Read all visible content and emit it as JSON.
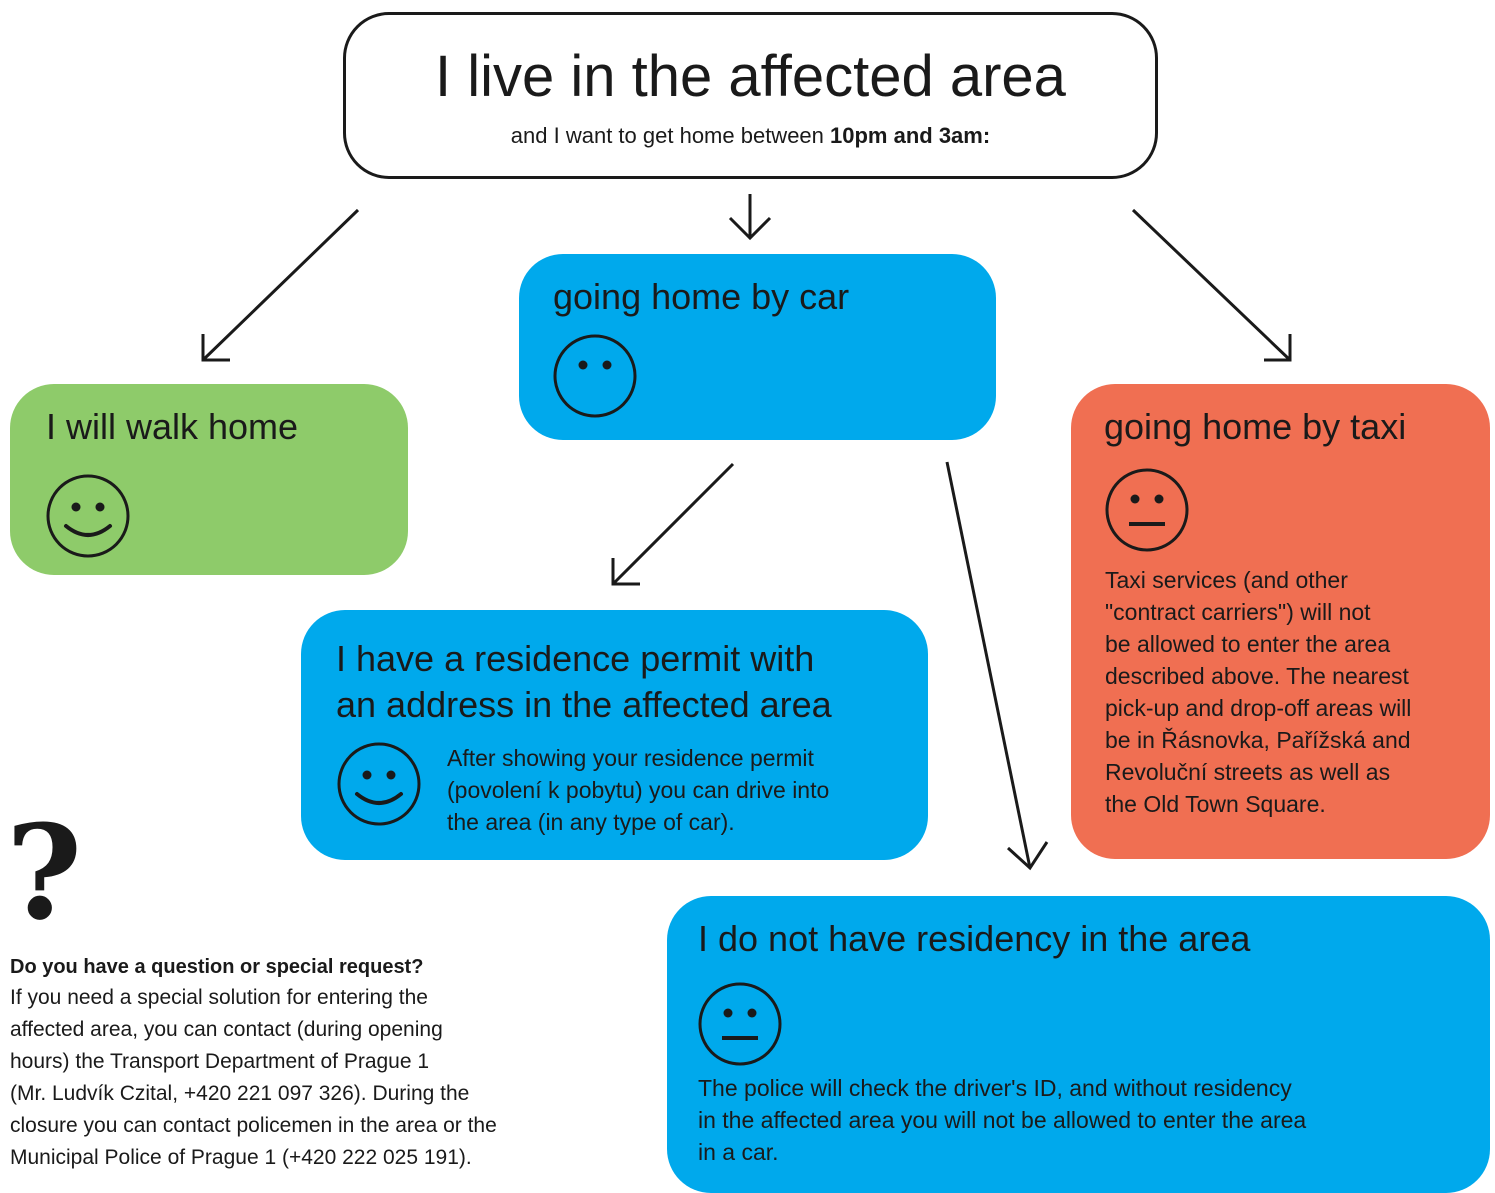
{
  "header": {
    "title": "I live in the affected area",
    "subtitle_prefix": "and I want to get home between ",
    "subtitle_bold": "10pm and 3am:"
  },
  "walk": {
    "title": "I will walk home",
    "face": "smiling-face-icon",
    "color": "#8ecb6a"
  },
  "car": {
    "title": "going home by car",
    "face": "neutral-face-icon",
    "color": "#00a9ec"
  },
  "taxi": {
    "title": "going home by taxi",
    "face": "straight-mouth-face-icon",
    "color": "#f06f52",
    "text_lines": [
      "Taxi services (and other",
      "\"contract carriers\") will not",
      "be allowed to enter the area",
      "described above. The nearest",
      "pick-up and drop-off areas will",
      "be in Řásnovka, Pařížská and",
      "Revoluční streets as well as",
      "the Old Town Square."
    ]
  },
  "permit": {
    "title_lines": [
      "I have a residence permit with",
      "an address in the affected area"
    ],
    "face": "smiling-face-icon",
    "text_lines": [
      "After showing your residence permit",
      "(povolení k pobytu) you can drive into",
      "the area (in any type of car)."
    ]
  },
  "no_residency": {
    "title": "I do not have residency in the area",
    "face": "straight-mouth-face-icon",
    "text_lines": [
      "The police will check the driver's ID, and without residency",
      "in the affected area you will not be allowed to enter the area",
      "in a car."
    ]
  },
  "help": {
    "icon": "question-mark-icon",
    "symbol": "?",
    "title": "Do you have a question or special request?",
    "lines": [
      "If you need a special solution for entering the",
      "affected area, you can contact (during opening",
      "hours) the Transport Department of Prague 1",
      "(Mr. Ludvík Czital, +420 221 097 326). During the",
      "closure you can contact policemen in the area or the",
      "Municipal Police of Prague 1 (+420 222 025 191)."
    ]
  }
}
